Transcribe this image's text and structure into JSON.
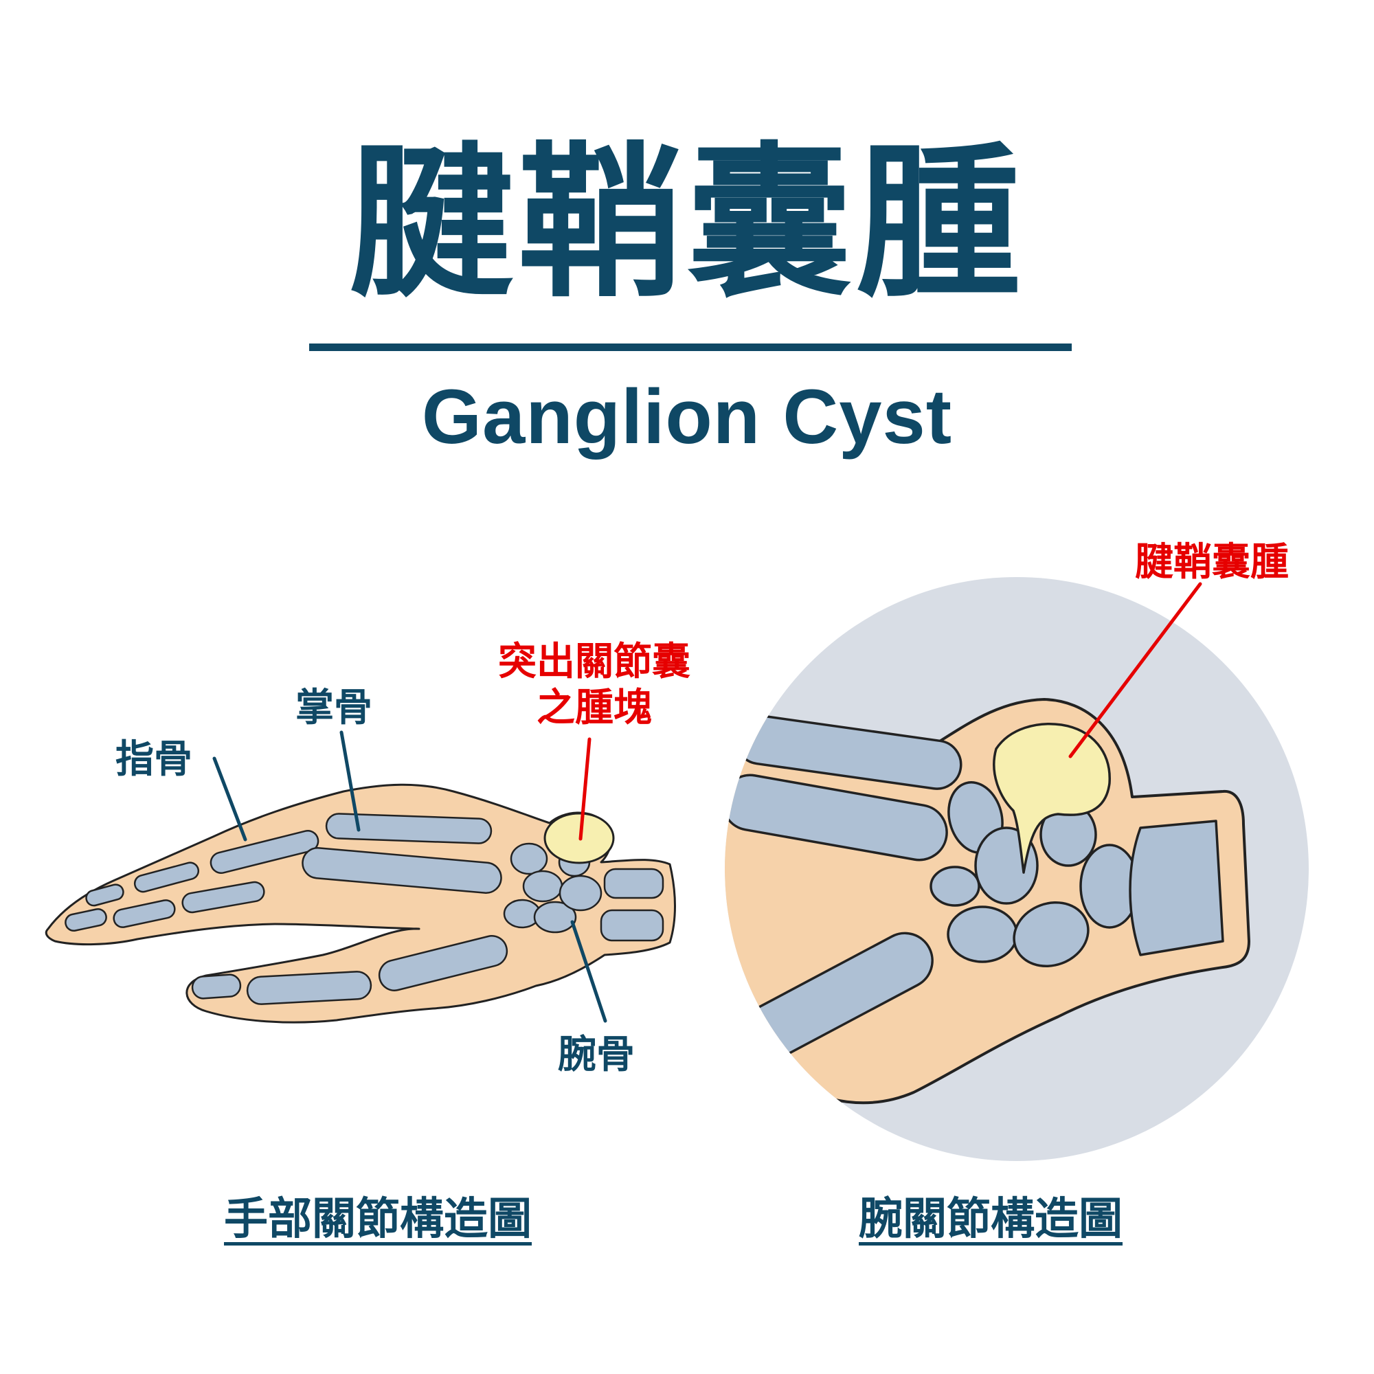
{
  "title": {
    "zh": "腱鞘囊腫",
    "en": "Ganglion Cyst"
  },
  "hand_diagram": {
    "labels": {
      "phalanges": "指骨",
      "metacarpals": "掌骨",
      "protrusion_line1": "突出關節囊",
      "protrusion_line2": "之腫塊",
      "carpals": "腕骨"
    },
    "caption": "手部關節構造圖"
  },
  "wrist_diagram": {
    "labels": {
      "cyst": "腱鞘囊腫"
    },
    "caption": "腕關節構造圖"
  },
  "colors": {
    "title": "#0f4865",
    "highlight": "#e60000",
    "skin": "#f6d2aa",
    "bone": "#aec0d4",
    "cyst": "#f7efb0",
    "circle_bg": "#d8dde5"
  }
}
